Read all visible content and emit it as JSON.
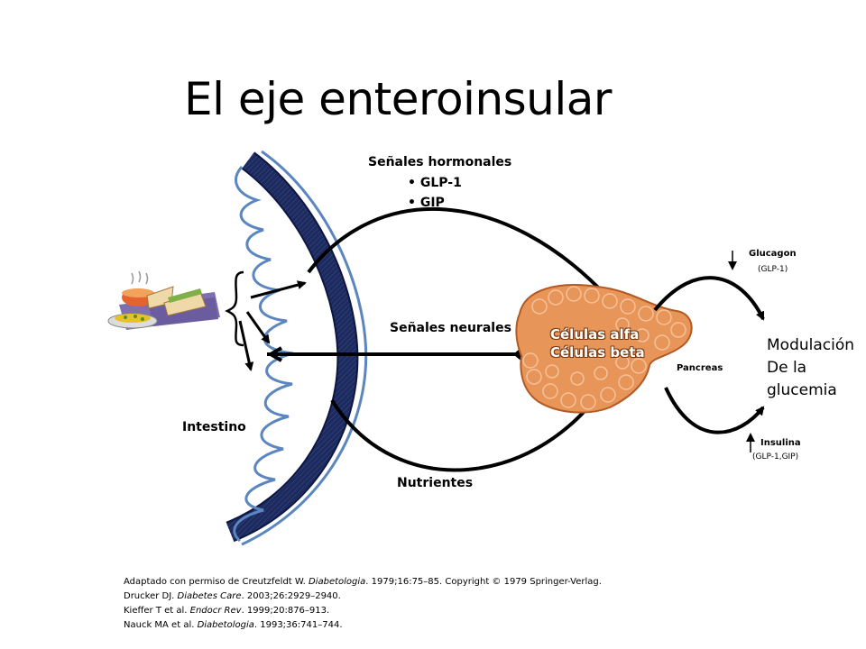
{
  "title": "El eje enteroinsular",
  "hormonal": {
    "heading": "Señales hormonales",
    "items": [
      "GLP-1",
      "GIP"
    ]
  },
  "neural_label": "Señales neurales",
  "nutrients_label": "Nutrientes",
  "intestine_label": "Intestino",
  "cells": {
    "alpha": "Células alfa",
    "beta": "Células beta"
  },
  "pancreas_label": "Pancreas",
  "glucagon": {
    "label": "Glucagon",
    "sub": "(GLP-1)",
    "direction": "down"
  },
  "insulin": {
    "label": "Insulina",
    "sub": "(GLP-1,GIP)",
    "direction": "up"
  },
  "modulation": {
    "line1": "Modulación",
    "line2": "De la",
    "line3": "glucemia"
  },
  "references": {
    "r1_pre": "Adaptado con permiso de Creutzfeldt W. ",
    "r1_journal": "Diabetologia",
    "r1_post": ". 1979;16:75–85. Copyright © 1979 Springer-Verlag.",
    "r2_pre": "Drucker DJ. ",
    "r2_journal": "Diabetes Care",
    "r2_post": ". 2003;26:2929–2940.",
    "r3_pre": "Kieffer T et al. ",
    "r3_journal": "Endocr Rev",
    "r3_post": ". 1999;20:876–913.",
    "r4_pre": "Nauck MA et al. ",
    "r4_journal": "Diabetologia",
    "r4_post": ". 1993;36:741–744."
  },
  "colors": {
    "intestine_dark": "#1c2a5e",
    "intestine_light": "#5b86c0",
    "pancreas": "#e8955a",
    "pancreas_dark": "#b35a24"
  },
  "icons": [
    "food-illustration",
    "pancreas-illustration",
    "intestine-wall"
  ]
}
